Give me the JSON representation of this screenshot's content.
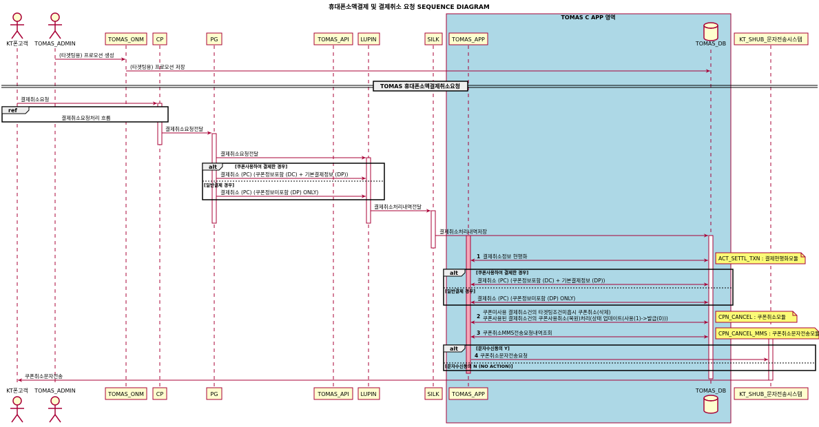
{
  "title": "휴대폰소액결제 및 결제취소 요청 SEQUENCE DIAGRAM",
  "box_title": "TOMAS C APP 영역",
  "participants": {
    "kt_customer": "KT폰고객",
    "tomas_admin": "TOMAS_ADMIN",
    "tomas_onm": "TOMAS_ONM",
    "cp": "CP",
    "pg": "PG",
    "tomas_api": "TOMAS_API",
    "lupin": "LUPIN",
    "silk": "SILK",
    "tomas_app": "TOMAS_APP",
    "tomas_db": "TOMAS_DB",
    "kt_shub": "KT_SHUB_문자전송시스템",
    "kt_shub_bottom": "KT_SHUB_문자전송시스템"
  },
  "separator": "TOMAS 휴대폰소액결제취소요청",
  "ref": {
    "tag": "ref",
    "text": "결제취소요청처리 흐름"
  },
  "messages": {
    "m1": "(타겟팅용) 프로모션 생성",
    "m2": "(타겟팅용) 프로모션 저장",
    "m3": "결제취소요청",
    "m4": "결제취소요청전달",
    "m5": "결제취소요청전달",
    "m6": "결제취소 (PC) (쿠폰정보포함 (DC) + 기본결제정보 (DP))",
    "m7": "결제취소 (PC) (쿠폰정보미포함 (DP) ONLY)",
    "m8": "결제취소처리내역전달",
    "m9": "결제취소처리내역저장",
    "m10": "결제취소정보 현행화",
    "m11": "결제취소 (PC) (쿠폰정보포함 (DC) + 기본결제정보 (DP))",
    "m12": "결제취소 (PC) (쿠폰정보미포함 (DP) ONLY)",
    "m13a": "쿠폰미사용 결제취소건의 타겟팅조건미흡시 쿠폰취소(삭제)",
    "m13b": "쿠폰사용된 결제취소건의 쿠폰사용취소(복원)처리(상태 업데이트(사용(1)->발급(0)))",
    "m14": "쿠폰취소MMS전송요청내역조회",
    "m15": "쿠폰취소문자전송요청",
    "m16": "쿠폰취소문자전송"
  },
  "seq_numbers": {
    "n1": "1",
    "n2": "2",
    "n3": "3",
    "n4": "4"
  },
  "alt1": {
    "tag": "alt",
    "guard1": "[쿠폰사용하여 결제한 경우]",
    "guard2": "[일반결제 경우]"
  },
  "alt2": {
    "tag": "alt",
    "guard1": "[쿠폰사용하여 결제한 경우]",
    "guard2": "[일반결제 경우]"
  },
  "alt3": {
    "tag": "alt",
    "guard1": "[문자수신동의 Y]",
    "guard2": "[문자수신동의 N (NO ACTION)]"
  },
  "notes": {
    "n1": "ACT_SETTL_TXN : 결제현행화모듈",
    "n2": "CPN_CANCEL : 쿠폰취소모듈",
    "n3": "CPN_CANCEL_MMS : 쿠폰취소문자전송모듈"
  },
  "colors": {
    "box_fill": "#add8e6",
    "participant_fill": "#fefece",
    "participant_border": "#a80036",
    "arrow": "#a80036",
    "note_fill": "#fbfb77",
    "activation_fill": "#ffffff",
    "highlight_activation": "#f4a8b8"
  }
}
